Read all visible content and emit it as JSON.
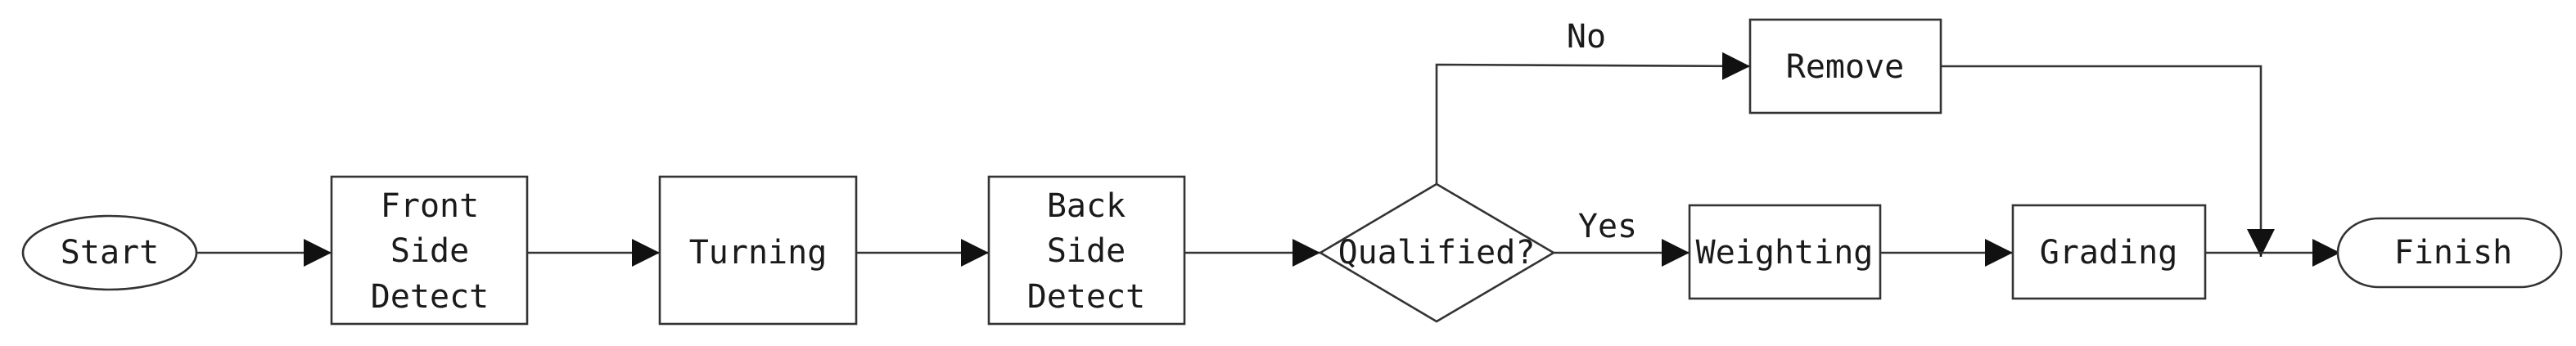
{
  "diagram": {
    "nodes": {
      "start": "Start",
      "front_detect": [
        "Front",
        "Side",
        "Detect"
      ],
      "turning": "Turning",
      "back_detect": [
        "Back",
        "Side",
        "Detect"
      ],
      "qualified": "Qualified?",
      "remove": "Remove",
      "weighting": "Weighting",
      "grading": "Grading",
      "finish": "Finish"
    },
    "edge_labels": {
      "no": "No",
      "yes": "Yes"
    }
  }
}
